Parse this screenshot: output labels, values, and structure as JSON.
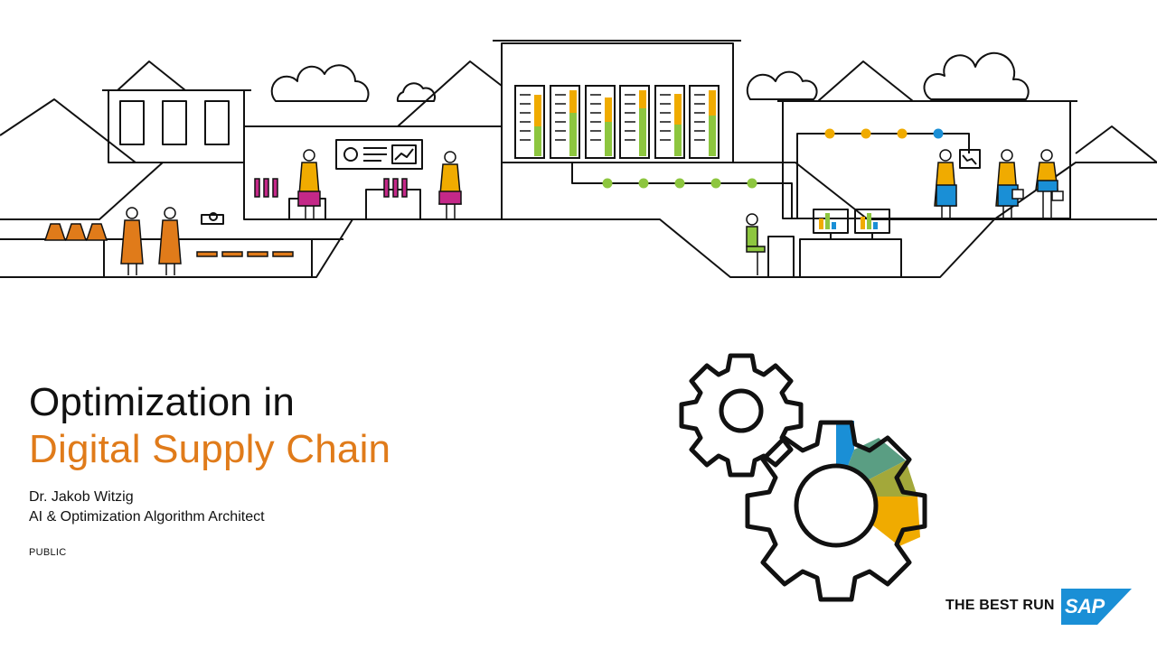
{
  "theme": {
    "accent": "#e07b1a",
    "background": "#ffffff",
    "sap_blue": "#1a8fd6"
  },
  "slide": {
    "title_line1": "Optimization in",
    "title_line2": "Digital Supply Chain",
    "author_name": "Dr. Jakob Witzig",
    "author_role": "AI & Optimization Algorithm Architect",
    "classification": "PUBLIC"
  },
  "branding": {
    "tagline": "THE BEST RUN",
    "logo_text": "SAP"
  },
  "icons": {
    "illustration": "supply-chain-landscape-illustration",
    "gears": "gears-icon",
    "logo": "sap-logo-icon"
  }
}
